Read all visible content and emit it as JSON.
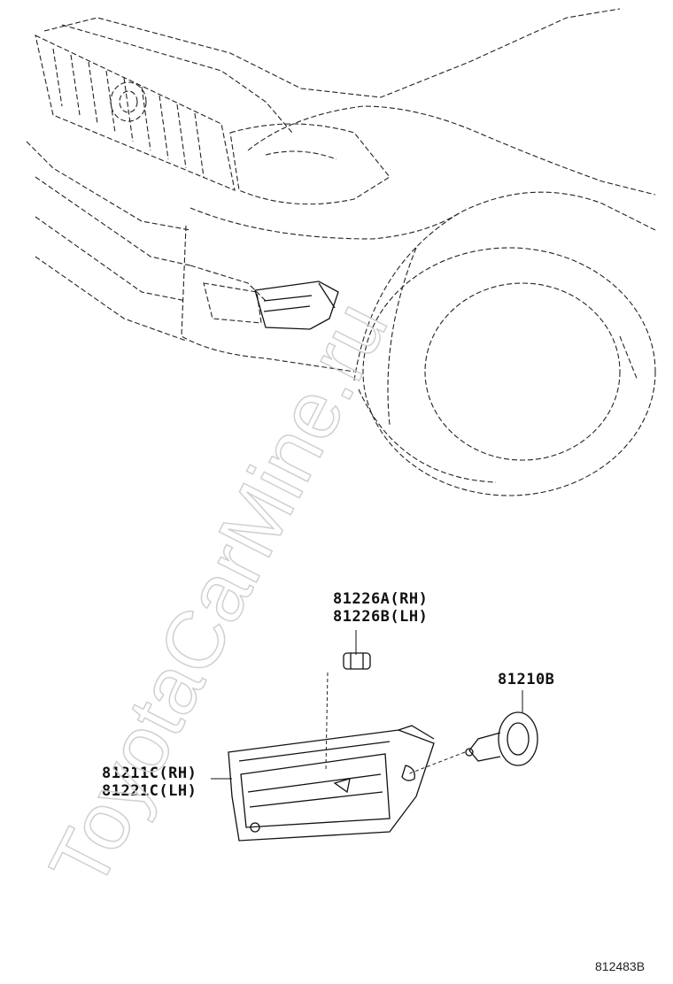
{
  "parts": {
    "bulb_socket": {
      "line1": "81226A(RH)",
      "line2": "81226B(LH)"
    },
    "bulb": {
      "number": "81210B"
    },
    "fog_lamp": {
      "line1": "81211C(RH)",
      "line2": "81221C(LH)"
    }
  },
  "figure_number": "812483B",
  "watermark": "ToyotaCarMine.ru"
}
